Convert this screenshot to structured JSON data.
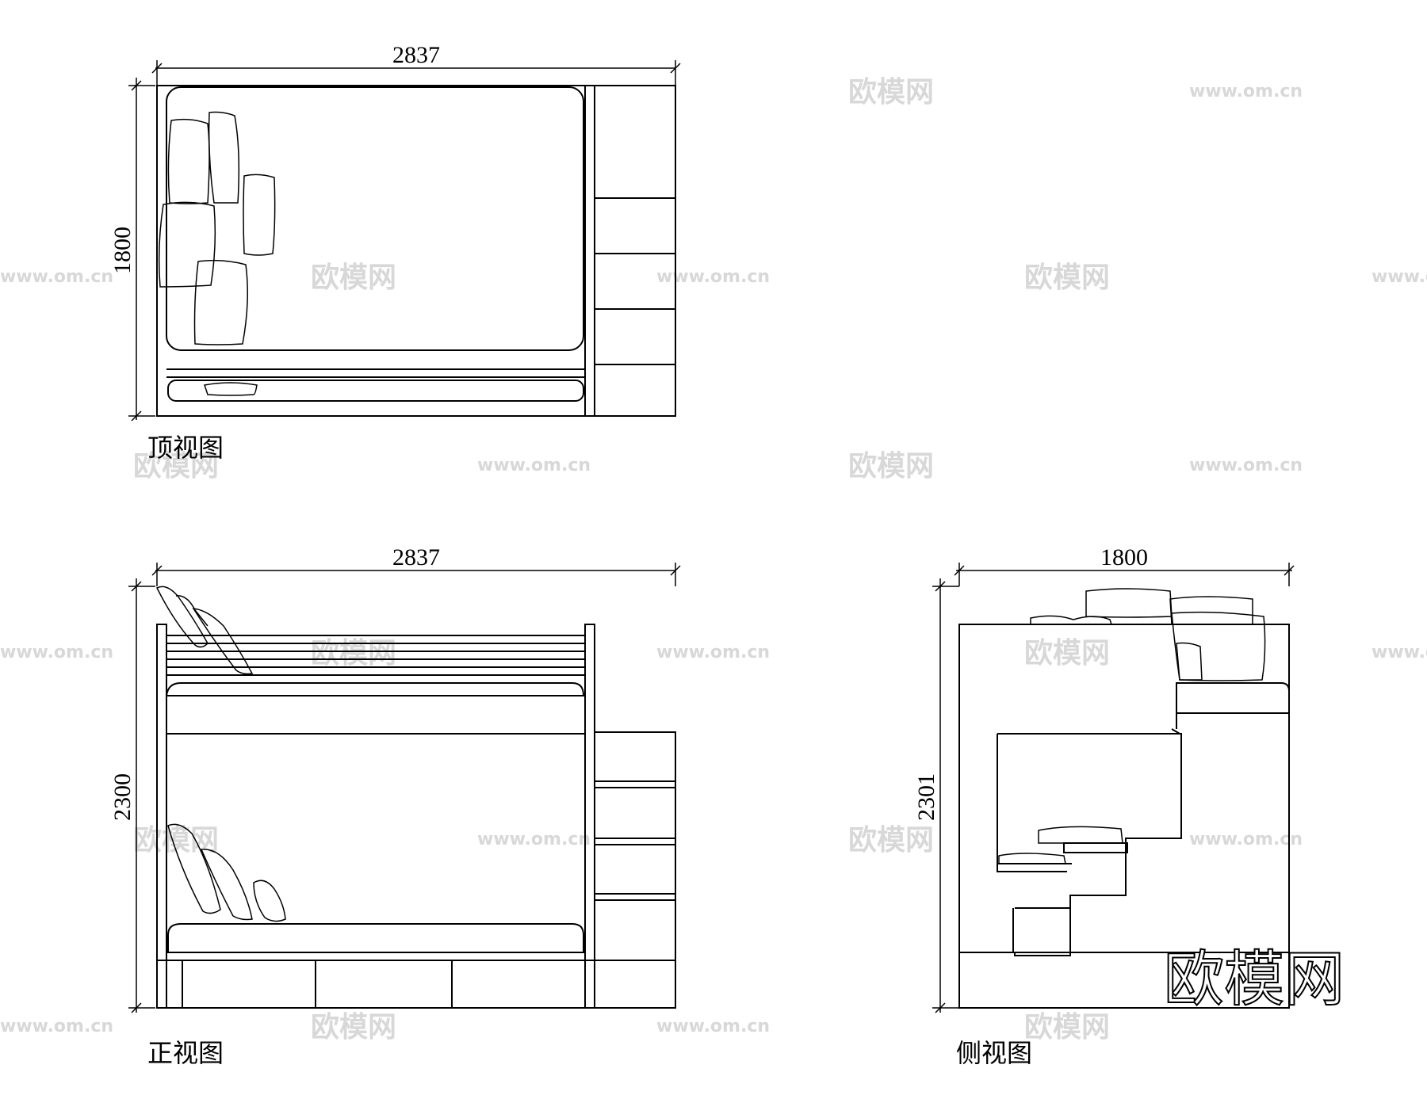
{
  "views": {
    "top": {
      "caption": "顶视图",
      "width_dim": "2837",
      "height_dim": "1800"
    },
    "front": {
      "caption": "正视图",
      "width_dim": "2837",
      "height_dim": "2300"
    },
    "side": {
      "caption": "侧视图",
      "width_dim": "1800",
      "height_dim": "2301"
    }
  },
  "watermark": {
    "text": "欧模网",
    "url": "www.om.cn"
  },
  "logo": {
    "text": "欧模网"
  }
}
